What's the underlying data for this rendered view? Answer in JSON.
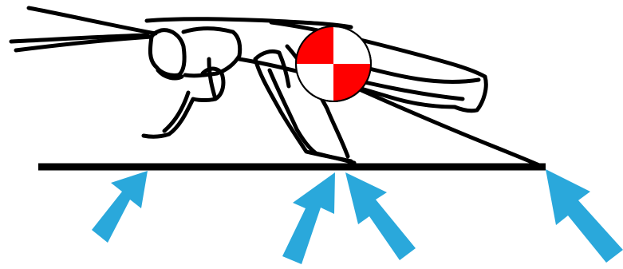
{
  "diagram": {
    "subject": "insect-standing-on-surface",
    "background_color": "#ffffff",
    "outline_color": "#000000",
    "marker": {
      "kind": "center-of-mass-marker",
      "colors": [
        "#ff0000",
        "#ffffff"
      ]
    },
    "arrows": {
      "kind": "force-arrow",
      "color": "#2aa8db",
      "count": 4,
      "items": [
        {
          "name": "ground-reaction-arrow-front-leg"
        },
        {
          "name": "ground-reaction-arrow-middle-leg-left"
        },
        {
          "name": "ground-reaction-arrow-middle-leg-right"
        },
        {
          "name": "ground-reaction-arrow-abdomen-tip"
        }
      ]
    }
  }
}
